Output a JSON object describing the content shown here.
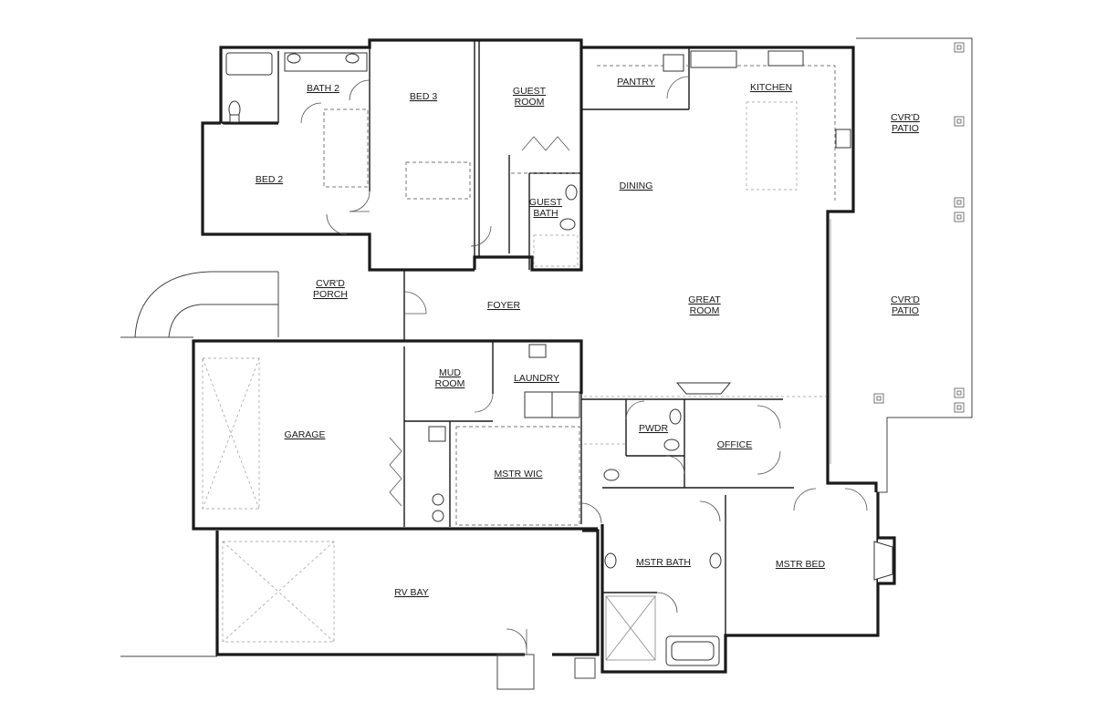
{
  "plan": {
    "rooms": [
      {
        "id": "bath-2",
        "label": "BATH 2"
      },
      {
        "id": "bed-3",
        "label": "BED 3"
      },
      {
        "id": "guest-room",
        "label": "GUEST|ROOM"
      },
      {
        "id": "pantry",
        "label": "PANTRY"
      },
      {
        "id": "kitchen",
        "label": "KITCHEN"
      },
      {
        "id": "covered-patio-north",
        "label": "CVR'D|PATIO"
      },
      {
        "id": "bed-2",
        "label": "BED 2"
      },
      {
        "id": "dining",
        "label": "DINING"
      },
      {
        "id": "guest-bath",
        "label": "GUEST|BATH"
      },
      {
        "id": "covered-porch",
        "label": "CVR'D|PORCH"
      },
      {
        "id": "foyer",
        "label": "FOYER"
      },
      {
        "id": "great-room",
        "label": "GREAT|ROOM"
      },
      {
        "id": "covered-patio-east",
        "label": "CVR'D|PATIO"
      },
      {
        "id": "mud-room",
        "label": "MUD|ROOM"
      },
      {
        "id": "laundry",
        "label": "LAUNDRY"
      },
      {
        "id": "garage",
        "label": "GARAGE"
      },
      {
        "id": "powder",
        "label": "PWDR"
      },
      {
        "id": "office",
        "label": "OFFICE"
      },
      {
        "id": "master-wic",
        "label": "MSTR WIC"
      },
      {
        "id": "master-bath",
        "label": "MSTR BATH"
      },
      {
        "id": "master-bed",
        "label": "MSTR BED"
      },
      {
        "id": "rv-bay",
        "label": "RV BAY"
      }
    ]
  }
}
